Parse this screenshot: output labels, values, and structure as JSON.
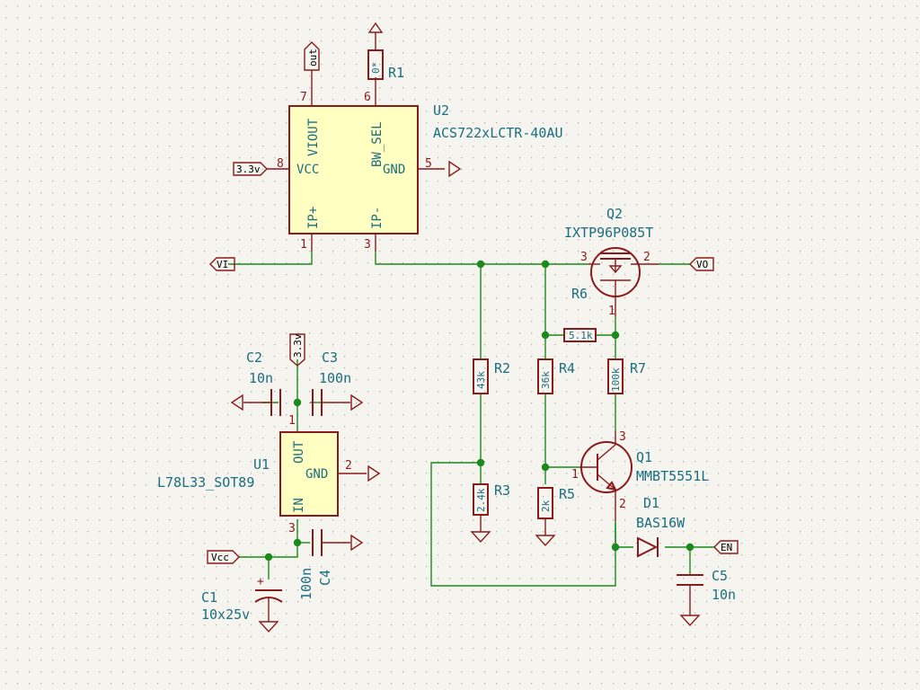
{
  "colors": {
    "background": "#f5f4ef",
    "wire": "#1a8a1a",
    "component": "#8b1a1a",
    "component_fill": "#ffffc2",
    "text": "#1a6e80",
    "grid_dot": "#b0b0b0"
  },
  "u2": {
    "ref": "U2",
    "value": "ACS722xLCTR-40AU",
    "pins": {
      "viout": "VIOUT",
      "bw_sel": "BW_SEL",
      "vcc": "VCC",
      "gnd": "GND",
      "ip_plus": "IP+",
      "ip_minus": "IP-"
    },
    "pin_numbers": {
      "viout": "7",
      "bw_sel": "6",
      "vcc": "8",
      "gnd": "5",
      "ip_plus": "1",
      "ip_minus": "3"
    }
  },
  "u1": {
    "ref": "U1",
    "value": "L78L33_SOT89",
    "pins": {
      "out": "OUT",
      "gnd": "GND",
      "in": "IN"
    },
    "pin_numbers": {
      "out": "1",
      "gnd": "2",
      "in": "3"
    }
  },
  "q2": {
    "ref": "Q2",
    "value": "IXTP96P085T",
    "pin_numbers": {
      "source": "3",
      "drain": "2",
      "gate": "1"
    }
  },
  "q1": {
    "ref": "Q1",
    "value": "MMBT5551L",
    "pin_numbers": {
      "base": "1",
      "collector": "3",
      "emitter": "2"
    }
  },
  "d1": {
    "ref": "D1",
    "value": "BAS16W"
  },
  "resistors": {
    "r1": {
      "ref": "R1",
      "value": "0*"
    },
    "r2": {
      "ref": "R2",
      "value": "43k"
    },
    "r3": {
      "ref": "R3",
      "value": "2.4k"
    },
    "r4": {
      "ref": "R4",
      "value": "36k"
    },
    "r5": {
      "ref": "R5",
      "value": "2k"
    },
    "r6": {
      "ref": "R6",
      "value": "5.1k"
    },
    "r7": {
      "ref": "R7",
      "value": "100k"
    }
  },
  "capacitors": {
    "c1": {
      "ref": "C1",
      "value": "10x25v",
      "polarity": "+"
    },
    "c2": {
      "ref": "C2",
      "value": "10n"
    },
    "c3": {
      "ref": "C3",
      "value": "100n"
    },
    "c4": {
      "ref": "C4",
      "value": "100n"
    },
    "c5": {
      "ref": "C5",
      "value": "10n"
    }
  },
  "labels": {
    "out": "out",
    "supply_3v3_u2": "3.3v",
    "supply_3v3_u1": "3.3v",
    "vi": "VI",
    "vo": "VO",
    "vcc": "Vcc",
    "en": "EN"
  }
}
